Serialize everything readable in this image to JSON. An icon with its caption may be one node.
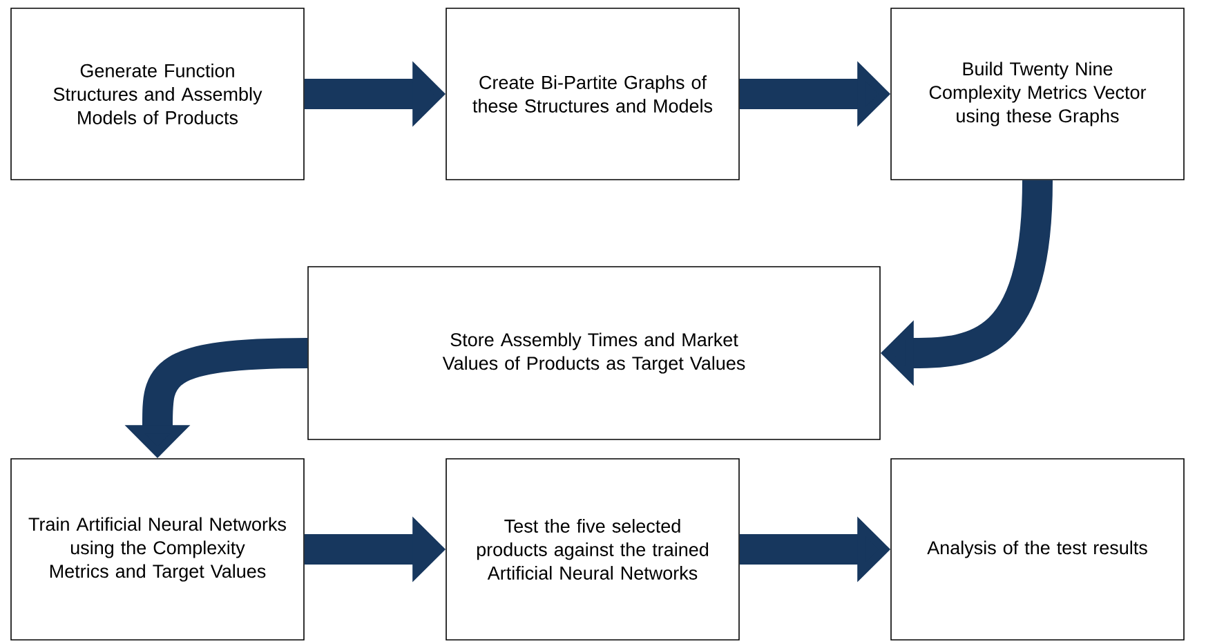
{
  "diagram": {
    "nodes": [
      {
        "text": [
          "Generate Function Structures and Assembly Models of Products"
        ]
      },
      {
        "text": [
          "Create Bi-Partite Graphs of these Structures and Models"
        ]
      },
      {
        "text": [
          "Build Twenty Nine Complexity Metrics Vector using these Graphs"
        ]
      },
      {
        "text": [
          "Store Assembly Times and Market Values of Products as Target Values"
        ]
      },
      {
        "text": [
          "Train Artificial Neural Networks using the Complexity Metrics and Target Values"
        ]
      },
      {
        "text": [
          "Test the five selected products against the trained Artificial Neural Networks"
        ]
      },
      {
        "text": [
          "Analysis of the test results"
        ]
      }
    ],
    "edges": [
      {
        "from": 0,
        "to": 1,
        "arrow": "to"
      },
      {
        "from": 1,
        "to": 2,
        "arrow": "to"
      },
      {
        "from": 2,
        "to": 3,
        "arrow": "to"
      },
      {
        "from": 3,
        "to": 4,
        "arrow": "to"
      },
      {
        "from": 4,
        "to": 5,
        "arrow": "to"
      },
      {
        "from": 5,
        "to": 6,
        "arrow": "to"
      }
    ]
  }
}
